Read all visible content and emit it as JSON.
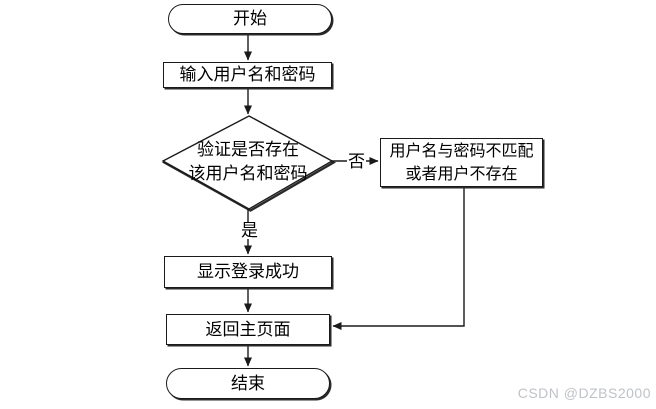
{
  "diagram": {
    "type": "flowchart",
    "subject": "user-login-verification",
    "nodes": {
      "start": {
        "shape": "terminator",
        "label": "开始"
      },
      "input": {
        "shape": "process",
        "label": "输入用户名和密码"
      },
      "decision": {
        "shape": "decision",
        "line1": "验证是否存在",
        "line2": "该用户名和密码"
      },
      "error": {
        "shape": "process",
        "line1": "用户名与密码不匹配",
        "line2": "或者用户不存在"
      },
      "success": {
        "shape": "process",
        "label": "显示登录成功"
      },
      "return_main": {
        "shape": "process",
        "label": "返回主页面"
      },
      "end": {
        "shape": "terminator",
        "label": "结束"
      }
    },
    "edge_labels": {
      "no": "否",
      "yes": "是"
    },
    "edges": [
      {
        "from": "start",
        "to": "input",
        "label": ""
      },
      {
        "from": "input",
        "to": "decision",
        "label": ""
      },
      {
        "from": "decision",
        "to": "error",
        "label": "否"
      },
      {
        "from": "decision",
        "to": "success",
        "label": "是"
      },
      {
        "from": "success",
        "to": "return_main",
        "label": ""
      },
      {
        "from": "error",
        "to": "return_main",
        "label": ""
      },
      {
        "from": "return_main",
        "to": "end",
        "label": ""
      }
    ],
    "colors": {
      "stroke": "#1a1a1a",
      "node_fill": "#ffffff",
      "background": "#ffffff",
      "text": "#000000",
      "watermark": "#bfc3c7"
    }
  },
  "watermark": {
    "text": "CSDN @DZBS2000"
  }
}
